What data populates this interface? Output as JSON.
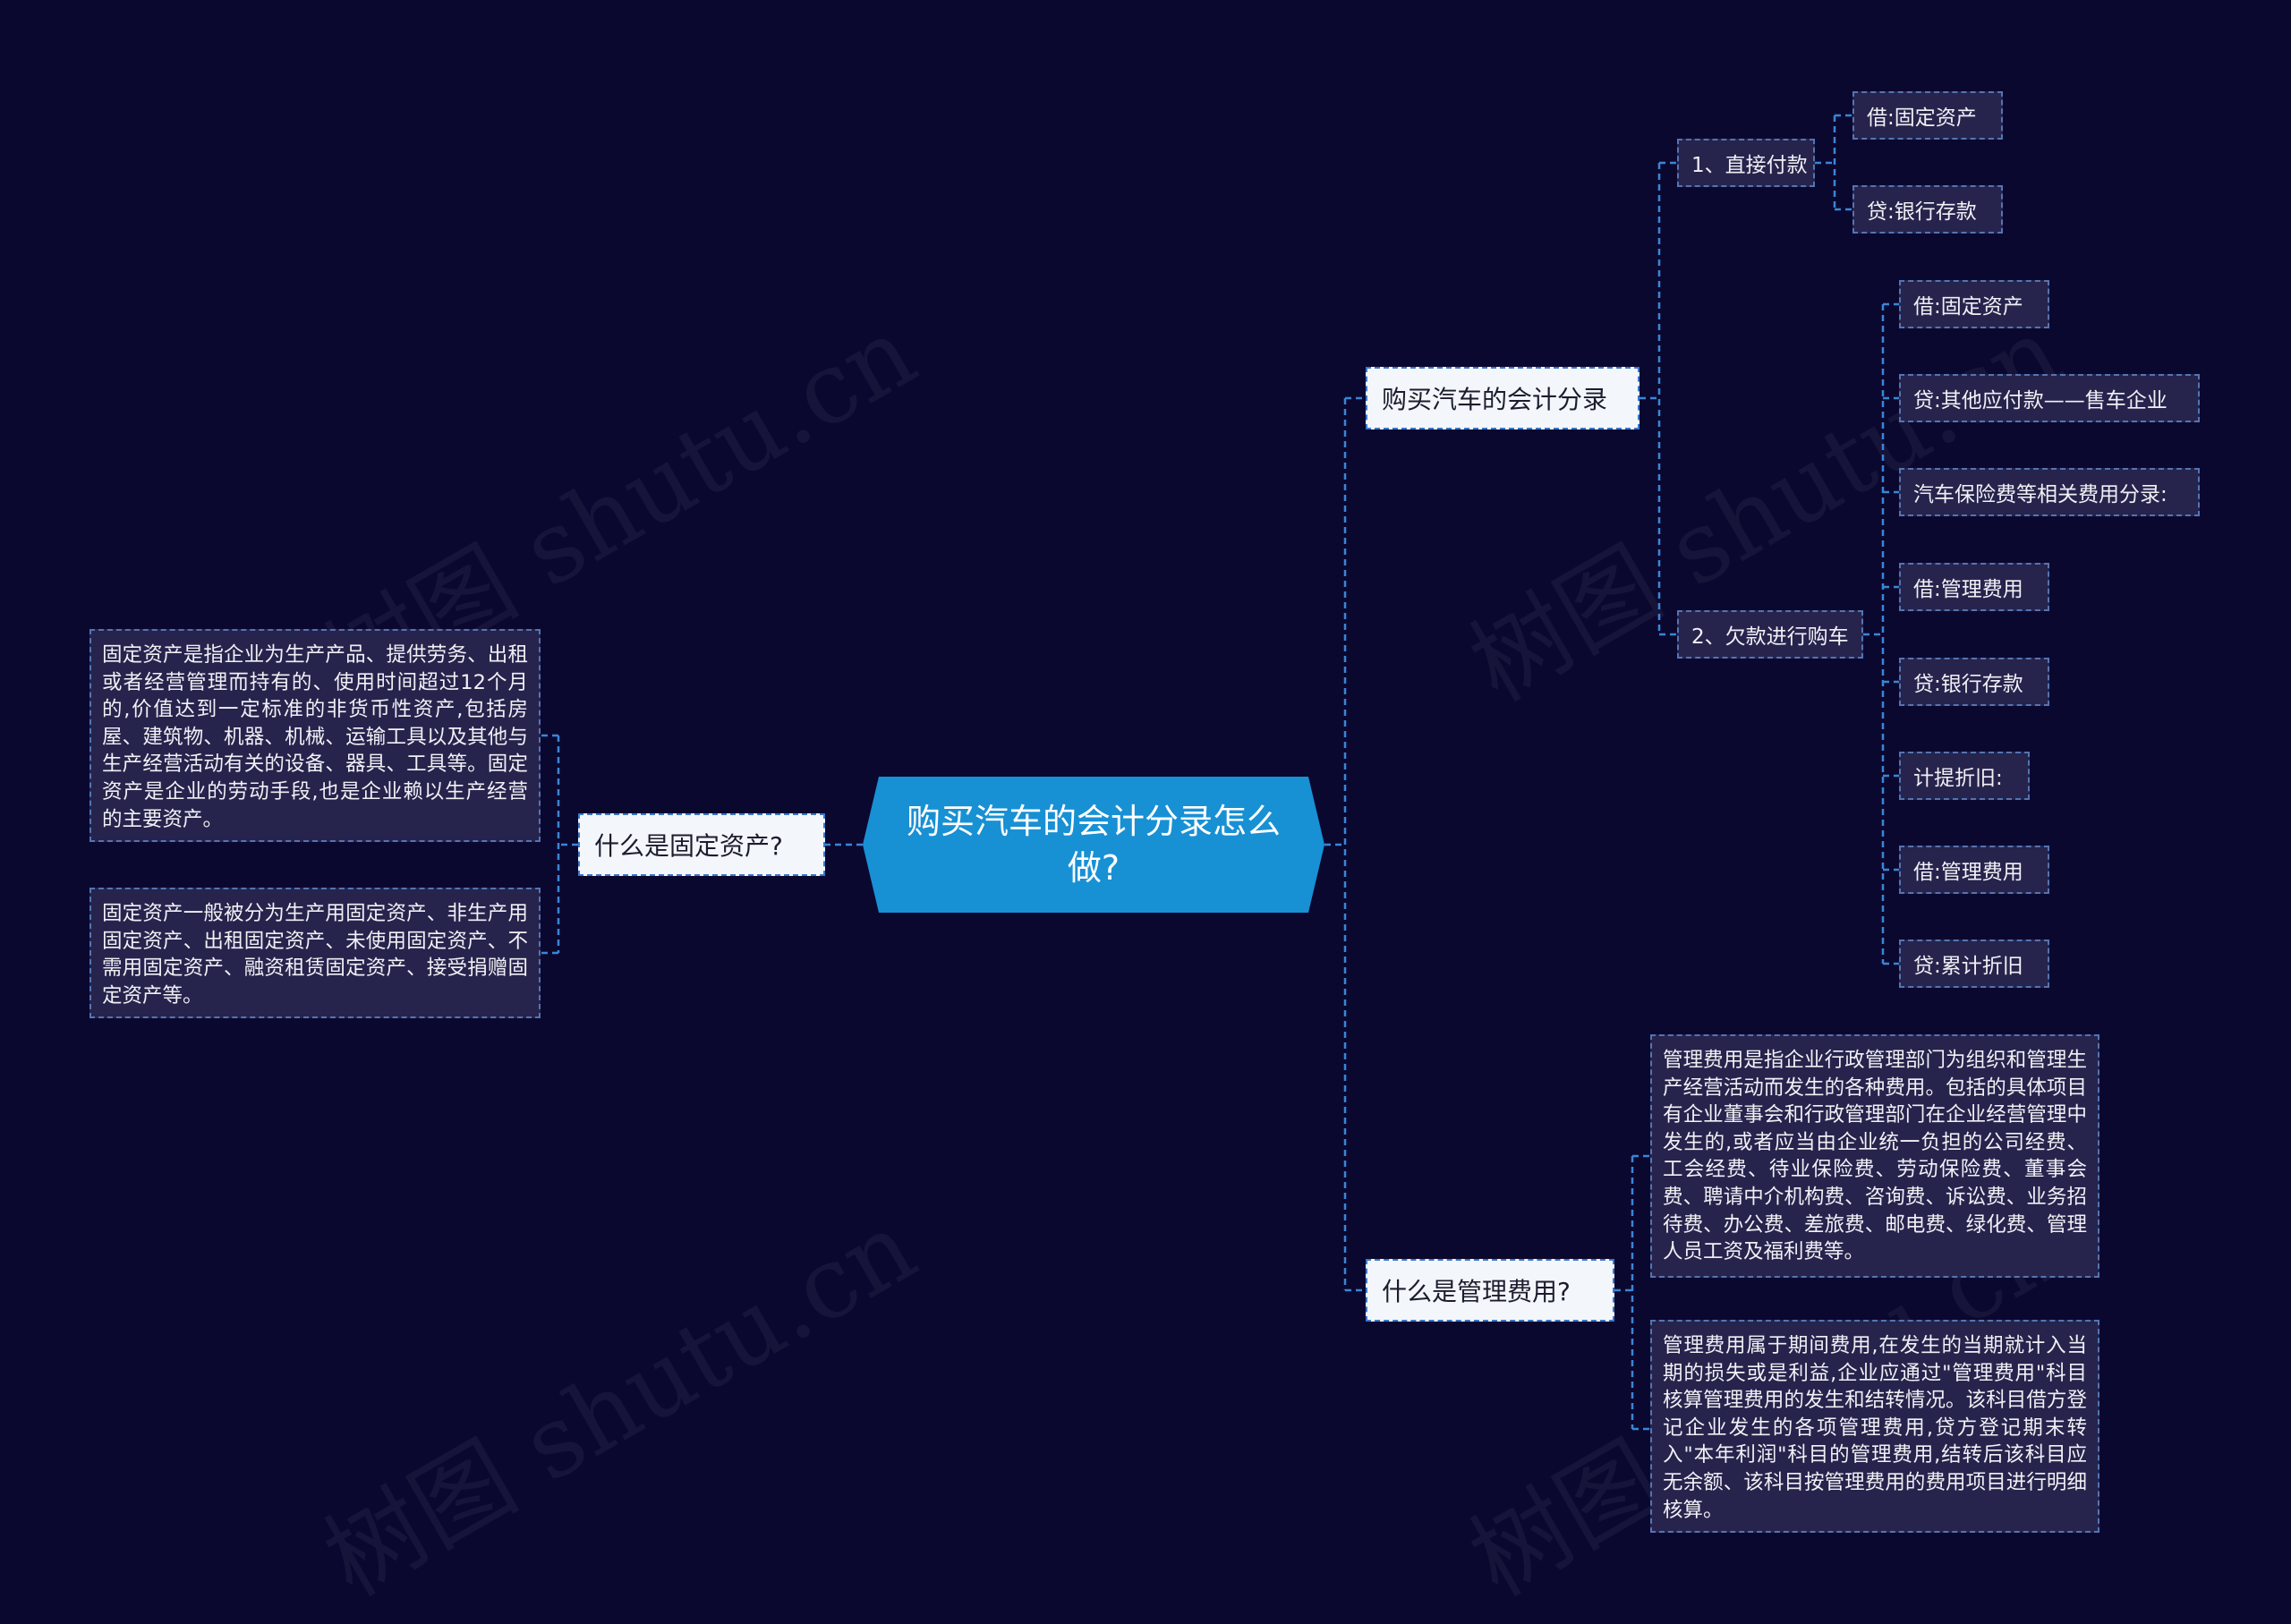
{
  "root": {
    "title": "购买汽车的会计分录怎么做?"
  },
  "watermark": "树图 shutu.cn",
  "branches": {
    "accounting_entries": "购买汽车的会计分录",
    "fixed_assets": "什么是固定资产?",
    "admin_expenses": "什么是管理费用?"
  },
  "accounting": {
    "direct_payment": {
      "label": "1、直接付款",
      "items": [
        "借:固定资产",
        "贷:银行存款"
      ]
    },
    "installment": {
      "label": "2、欠款进行购车",
      "items": [
        "借:固定资产",
        "贷:其他应付款——售车企业",
        "汽车保险费等相关费用分录:",
        "借:管理费用",
        "贷:银行存款",
        "计提折旧:",
        "借:管理费用",
        "贷:累计折旧"
      ]
    }
  },
  "fixed_assets_text": [
    "固定资产是指企业为生产产品、提供劳务、出租或者经营管理而持有的、使用时间超过12个月的,价值达到一定标准的非货币性资产,包括房屋、建筑物、机器、机械、运输工具以及其他与生产经营活动有关的设备、器具、工具等。固定资产是企业的劳动手段,也是企业赖以生产经营的主要资产。",
    "固定资产一般被分为生产用固定资产、非生产用固定资产、出租固定资产、未使用固定资产、不需用固定资产、融资租赁固定资产、接受捐赠固定资产等。"
  ],
  "admin_expenses_text": [
    "管理费用是指企业行政管理部门为组织和管理生产经营活动而发生的各种费用。包括的具体项目有企业董事会和行政管理部门在企业经营管理中发生的,或者应当由企业统一负担的公司经费、工会经费、待业保险费、劳动保险费、董事会费、聘请中介机构费、咨询费、诉讼费、业务招待费、办公费、差旅费、邮电费、绿化费、管理人员工资及福利费等。",
    "管理费用属于期间费用,在发生的当期就计入当期的损失或是利益,企业应通过\"管理费用\"科目核算管理费用的发生和结转情况。该科目借方登记企业发生的各项管理费用,贷方登记期末转入\"本年利润\"科目的管理费用,结转后该科目应无余额、该科目按管理费用的费用项目进行明细核算。"
  ],
  "colors": {
    "background": "#0b0830",
    "root": "#1890d4",
    "connector": "#3a86d6"
  }
}
